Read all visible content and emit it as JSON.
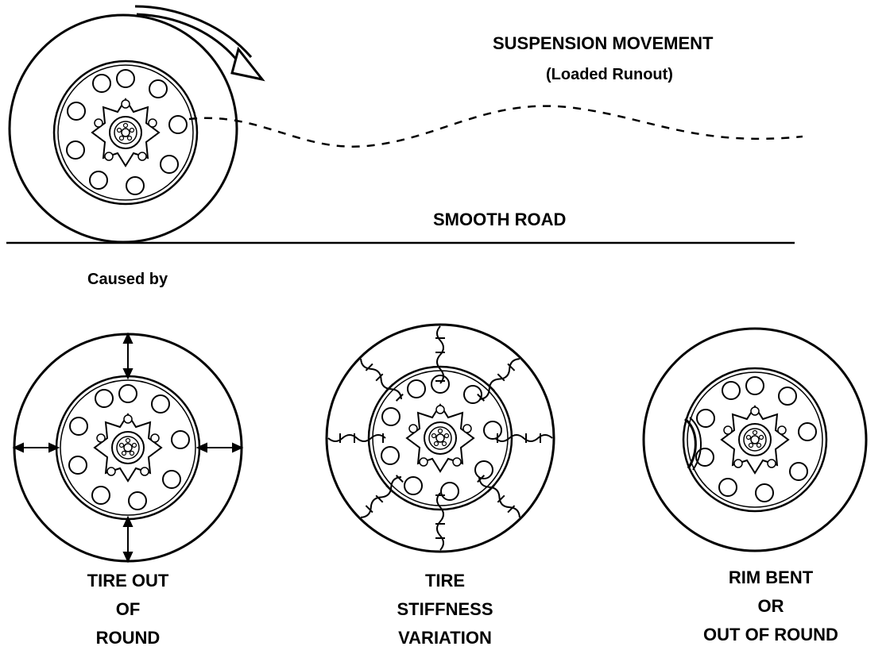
{
  "header": {
    "title": "SUSPENSION MOVEMENT",
    "subtitle": "(Loaded Runout)"
  },
  "road_label": "SMOOTH ROAD",
  "caused_by": "Caused by",
  "causes": [
    {
      "line1": "TIRE OUT",
      "line2": "OF",
      "line3": "ROUND"
    },
    {
      "line1": "TIRE",
      "line2": "STIFFNESS",
      "line3": "VARIATION"
    },
    {
      "line1": "RIM BENT",
      "line2": "OR",
      "line3": "OUT OF ROUND"
    }
  ],
  "icons": {
    "rotation": "rotation-arrow-icon",
    "springs": "spring-icon",
    "arrows": "double-arrow-icon"
  },
  "colors": {
    "ink": "#000000",
    "background": "#ffffff"
  }
}
